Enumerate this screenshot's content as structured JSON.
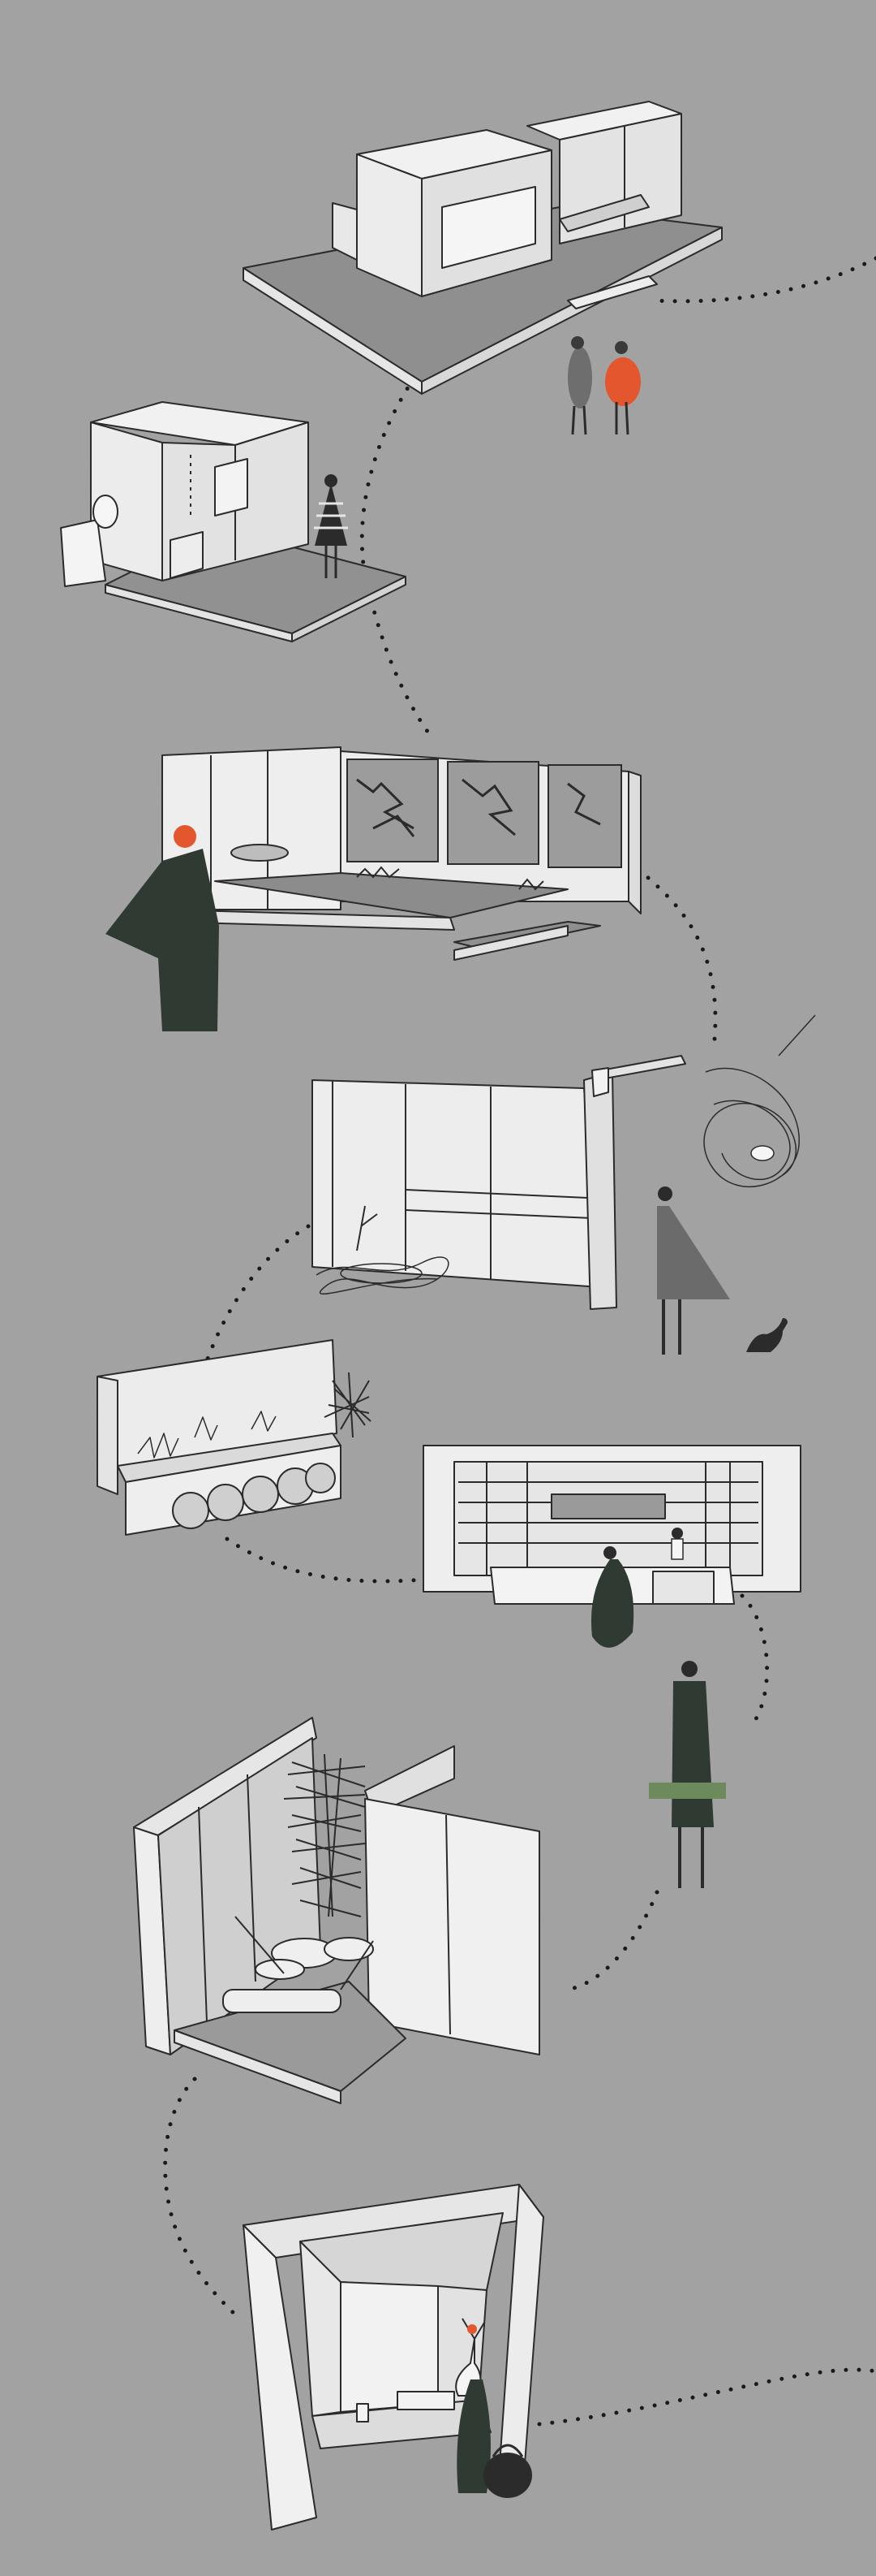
{
  "illustration": {
    "vignettes": [
      "house-model-scene",
      "sculpture-room-scene",
      "painting-gallery-scene",
      "partition-wall-scene",
      "bench-fan-scene",
      "shelving-counter-scene",
      "branch-installation-scene",
      "alcove-vase-scene"
    ],
    "colors": {
      "background": "#a3a3a3",
      "paper": "#efefef",
      "floor": "#8e8e8e",
      "ink": "#2b2b2b",
      "accent_orange": "#e4572e",
      "figure_dark": "#2f3a33",
      "accent_green": "#6d8a5c"
    }
  }
}
